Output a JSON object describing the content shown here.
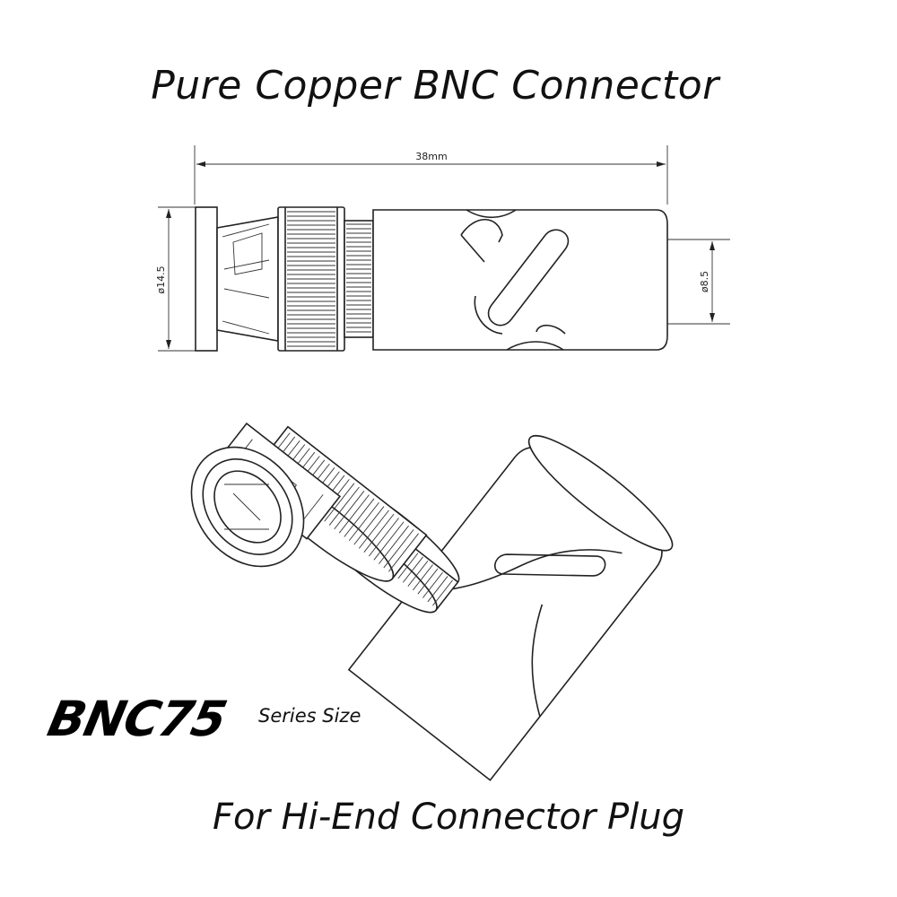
{
  "header": {
    "title": "Pure Copper BNC Connector"
  },
  "dimensions": {
    "length": "38mm",
    "head_diameter": "ø14.5",
    "tail_diameter": "ø8.5"
  },
  "series": {
    "brand": "BNC75",
    "suffix": "Series Size"
  },
  "footer": {
    "caption": "For Hi-End Connector Plug"
  }
}
